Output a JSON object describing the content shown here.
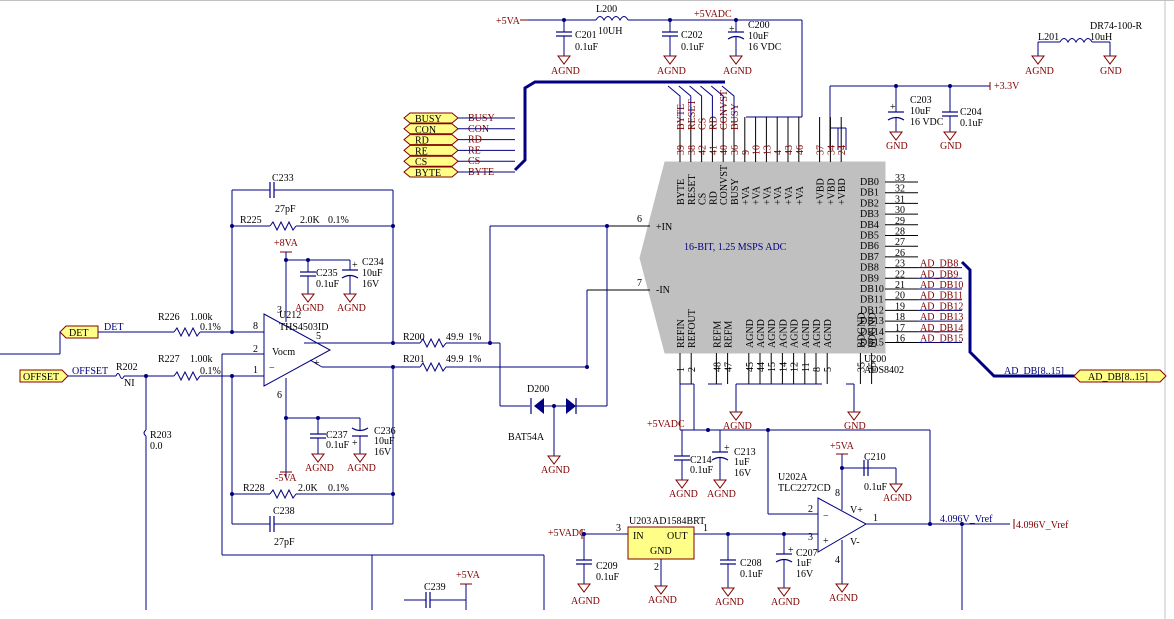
{
  "adc": {
    "ref": "U200",
    "part": "ADS8402",
    "title": "16-BIT, 1.25 MSPS ADC",
    "in_pos": "+IN",
    "in_neg": "-IN",
    "in_pos_num": "6",
    "in_neg_num": "7",
    "top_pins": [
      {
        "name": "BYTE",
        "num": "39"
      },
      {
        "name": "RESET",
        "num": "38"
      },
      {
        "name": "CS",
        "num": "42"
      },
      {
        "name": "RD",
        "num": "41"
      },
      {
        "name": "CONVST",
        "num": "40"
      },
      {
        "name": "BUSY",
        "num": "36"
      },
      {
        "name": "+VA",
        "num": "9"
      },
      {
        "name": "+VA",
        "num": "10"
      },
      {
        "name": "+VA",
        "num": "13"
      },
      {
        "name": "+VA",
        "num": "4"
      },
      {
        "name": "+VA",
        "num": "43"
      },
      {
        "name": "+VA",
        "num": "46"
      },
      {
        "name": "+VBD",
        "num": "37"
      },
      {
        "name": "+VBD",
        "num": "34"
      },
      {
        "name": "+VBD",
        "num": "24"
      }
    ],
    "db_pins": [
      {
        "name": "DB0",
        "num": "33"
      },
      {
        "name": "DB1",
        "num": "32"
      },
      {
        "name": "DB2",
        "num": "31"
      },
      {
        "name": "DB3",
        "num": "30"
      },
      {
        "name": "DB4",
        "num": "29"
      },
      {
        "name": "DB5",
        "num": "28"
      },
      {
        "name": "DB6",
        "num": "27"
      },
      {
        "name": "DB7",
        "num": "26"
      },
      {
        "name": "DB8",
        "num": "23",
        "net": "AD_DB8"
      },
      {
        "name": "DB9",
        "num": "22",
        "net": "AD_DB9"
      },
      {
        "name": "DB10",
        "num": "21",
        "net": "AD_DB10"
      },
      {
        "name": "DB11",
        "num": "20",
        "net": "AD_DB11"
      },
      {
        "name": "DB12",
        "num": "19",
        "net": "AD_DB12"
      },
      {
        "name": "DB13",
        "num": "18",
        "net": "AD_DB13"
      },
      {
        "name": "DB14",
        "num": "17",
        "net": "AD_DB14"
      },
      {
        "name": "DB15",
        "num": "16",
        "net": "AD_DB15"
      }
    ],
    "bottom_pins": [
      {
        "name": "REFIN",
        "num": "1"
      },
      {
        "name": "REFOUT",
        "num": "2"
      },
      {
        "name": "REFM",
        "num": "48"
      },
      {
        "name": "REFM",
        "num": "47"
      },
      {
        "name": "AGND",
        "num": "45"
      },
      {
        "name": "AGND",
        "num": "44"
      },
      {
        "name": "AGND",
        "num": "15"
      },
      {
        "name": "AGND",
        "num": "14"
      },
      {
        "name": "AGND",
        "num": "12"
      },
      {
        "name": "AGND",
        "num": "11"
      },
      {
        "name": "AGND",
        "num": "8"
      },
      {
        "name": "AGND",
        "num": "5"
      },
      {
        "name": "BDGND",
        "num": "35"
      },
      {
        "name": "BDGND",
        "num": "25"
      }
    ]
  },
  "ctrl_ports": [
    "BUSY",
    "CON",
    "RD",
    "RE",
    "CS",
    "BYTE"
  ],
  "ctrl_nets": [
    "BUSY",
    "CON",
    "RD",
    "RE",
    "CS",
    "BYTE"
  ],
  "bus_label": "AD_DB[8..15]",
  "bus_port": "AD_DB[8..15]",
  "nets": {
    "p5va": "+5VA",
    "p5vadc": "+5VADC",
    "p33v": "+3.3V",
    "p8va": "+8VA",
    "m5va": "-5VA",
    "agnd": "AGND",
    "gnd": "GND",
    "vref": "4.096V_Vref",
    "det": "DET",
    "offset": "OFFSET"
  },
  "components": {
    "l200": {
      "ref": "L200",
      "val": "10UH"
    },
    "l201": {
      "ref": "L201",
      "val": "10uH",
      "part": "DR74-100-R"
    },
    "c200": {
      "ref": "C200",
      "val": "10uF",
      "volt": "16 VDC"
    },
    "c201": {
      "ref": "C201",
      "val": "0.1uF"
    },
    "c202": {
      "ref": "C202",
      "val": "0.1uF"
    },
    "c203": {
      "ref": "C203",
      "val": "10uF",
      "volt": "16 VDC"
    },
    "c204": {
      "ref": "C204",
      "val": "0.1uF"
    },
    "c233": {
      "ref": "C233",
      "val": "27pF"
    },
    "c238": {
      "ref": "C238",
      "val": "27pF"
    },
    "r225": {
      "ref": "R225",
      "val": "2.0K",
      "tol": "0.1%"
    },
    "r228": {
      "ref": "R228",
      "val": "2.0K",
      "tol": "0.1%"
    },
    "c234": {
      "ref": "C234",
      "val": "10uF",
      "volt": "16V"
    },
    "c235": {
      "ref": "C235",
      "val": "0.1uF"
    },
    "c236": {
      "ref": "C236",
      "val": "10uF",
      "volt": "16V"
    },
    "c237": {
      "ref": "C237",
      "val": "0.1uF"
    },
    "r226": {
      "ref": "R226",
      "val": "1.00k",
      "tol": "0.1%"
    },
    "r227": {
      "ref": "R227",
      "val": "1.00k",
      "tol": "0.1%"
    },
    "r202": {
      "ref": "R202",
      "val": "NI"
    },
    "r203": {
      "ref": "R203",
      "val": "0.0"
    },
    "u212": {
      "ref": "U212",
      "part": "THS4503ID",
      "pin": "Vocm"
    },
    "r200": {
      "ref": "R200",
      "val": "49.9",
      "tol": "1%"
    },
    "r201": {
      "ref": "R201",
      "val": "49.9",
      "tol": "1%"
    },
    "d200": {
      "ref": "D200",
      "part": "BAT54A"
    },
    "c213": {
      "ref": "C213",
      "val": "1uF",
      "volt": "16V"
    },
    "c214": {
      "ref": "C214",
      "val": "0.1uF"
    },
    "u202": {
      "ref": "U202A",
      "part": "TLC2272CD",
      "vp": "V+",
      "vm": "V-"
    },
    "c210": {
      "ref": "C210",
      "val": "0.1uF"
    },
    "u203": {
      "ref": "U203",
      "part": "AD1584BRT",
      "in": "IN",
      "out": "OUT",
      "gnd": "GND"
    },
    "c209": {
      "ref": "C209",
      "val": "0.1uF"
    },
    "c208": {
      "ref": "C208",
      "val": "0.1uF"
    },
    "c207": {
      "ref": "C207",
      "val": "1uF",
      "volt": "16V"
    },
    "c239": {
      "ref": "C239"
    }
  }
}
